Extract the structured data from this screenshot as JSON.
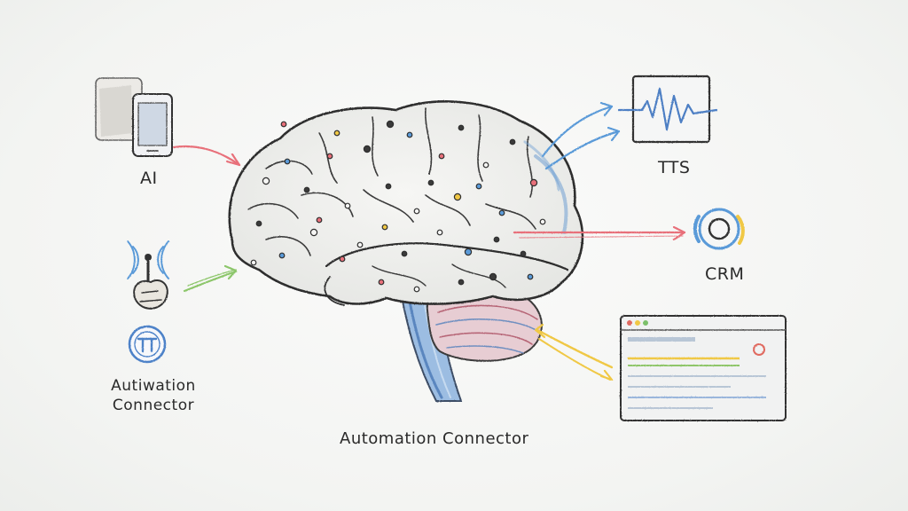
{
  "labels": {
    "ai": "AI",
    "tts": "TTS",
    "crm": "CRM",
    "left_connector_line1": "Autiwation",
    "left_connector_line2": "Connector",
    "bottom_connector": "Automation Connector"
  },
  "colors": {
    "pencil": "#3a3a3a",
    "arrow_red": "#e8707a",
    "arrow_blue": "#5a9ad8",
    "arrow_green": "#8cc66a",
    "arrow_yellow": "#f0c845",
    "brainstem_blue": "#6f9fd2",
    "cerebellum_red": "#c98a98"
  },
  "icons": {
    "phone": "smartphone-icon",
    "signal_hand": "wireless-hand-icon",
    "circle_badge": "circle-badge-icon",
    "waveform": "waveform-icon",
    "crm": "crm-circle-icon",
    "browser": "browser-window-icon",
    "brain": "brain-circuit-icon"
  }
}
